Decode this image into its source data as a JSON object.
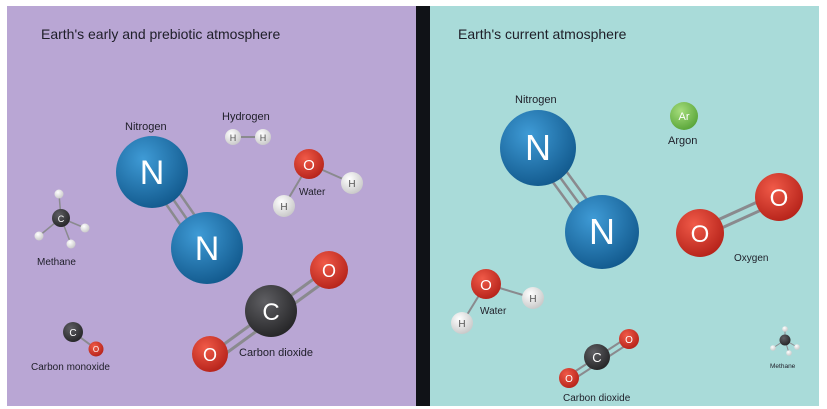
{
  "panels": [
    {
      "title": "Earth's early and prebiotic atmosphere",
      "molecules": {
        "nitrogen": "Nitrogen",
        "hydrogen": "Hydrogen",
        "water": "Water",
        "methane": "Methane",
        "carbon_dioxide": "Carbon dioxide",
        "carbon_monoxide": "Carbon monoxide"
      }
    },
    {
      "title": "Earth's current atmosphere",
      "molecules": {
        "nitrogen": "Nitrogen",
        "argon": "Argon",
        "oxygen": "Oxygen",
        "water": "Water",
        "carbon_dioxide": "Carbon dioxide",
        "methane": "Methane"
      }
    }
  ],
  "atoms": {
    "nitrogen": "N",
    "hydrogen": "H",
    "oxygen": "O",
    "carbon": "C",
    "argon": "Ar"
  },
  "colors": {
    "left_background": "#b9a6d4",
    "right_background": "#a9dbd9",
    "divider": "#101217",
    "nitrogen_atom": "#1b6ea8",
    "oxygen_atom": "#d8362b",
    "carbon_atom": "#3a3a3c",
    "hydrogen_atom": "#e8e8e8",
    "argon_atom": "#7ac254"
  }
}
